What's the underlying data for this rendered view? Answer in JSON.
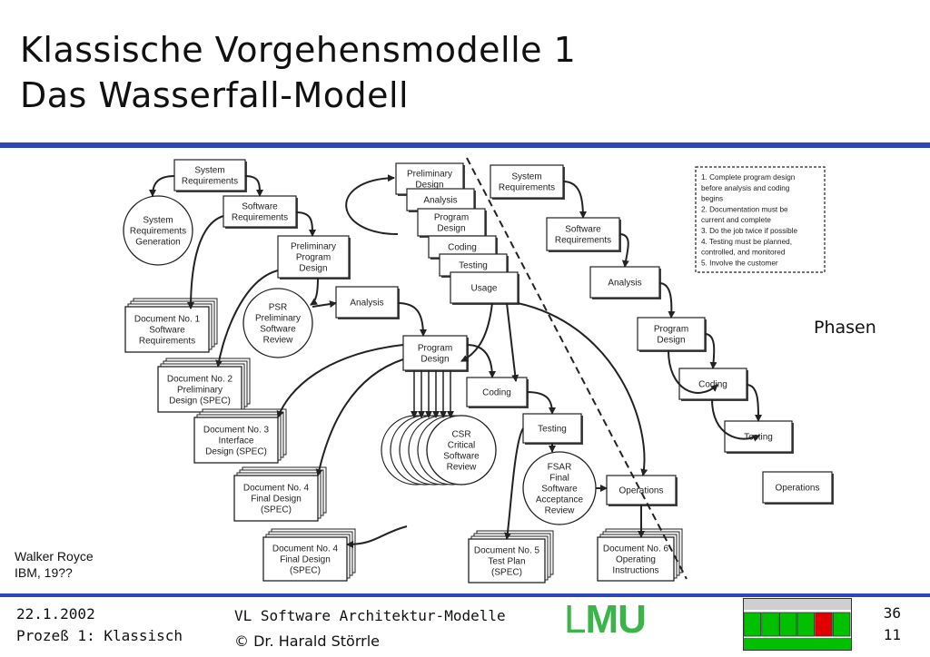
{
  "title": {
    "line1": "Klassische Vorgehensmodelle 1",
    "line2": "Das Wasserfall-Modell"
  },
  "diagram": {
    "left": {
      "system_requirements": [
        "System",
        "Requirements"
      ],
      "software_requirements": [
        "Software",
        "Requirements"
      ],
      "system_req_generation": [
        "System",
        "Requirements",
        "Generation"
      ],
      "preliminary_program_design": [
        "Preliminary",
        "Program",
        "Design"
      ],
      "psr": [
        "PSR",
        "Preliminary",
        "Software",
        "Review"
      ],
      "analysis": "Analysis",
      "program_design": [
        "Program",
        "Design"
      ],
      "coding": "Coding",
      "testing": "Testing",
      "operations": "Operations",
      "csr": [
        "CSR",
        "Critical",
        "Software",
        "Review"
      ],
      "fsar": [
        "FSAR",
        "Final",
        "Software",
        "Acceptance",
        "Review"
      ],
      "stack": [
        "Preliminary",
        "Design",
        "Analysis",
        "Program",
        "Design",
        "Coding",
        "Testing",
        "Usage"
      ],
      "documents": [
        [
          "Document No. 1",
          "Software",
          "Requirements"
        ],
        [
          "Document No. 2",
          "Preliminary",
          "Design (SPEC)"
        ],
        [
          "Document No. 3",
          "Interface",
          "Design (SPEC)"
        ],
        [
          "Document No. 4",
          "Final Design",
          "(SPEC)"
        ],
        [
          "Document No. 4",
          "Final Design",
          "(SPEC)"
        ],
        [
          "Document No. 5",
          "Test Plan",
          "(SPEC)"
        ],
        [
          "Document No. 6",
          "Operating",
          "Instructions"
        ]
      ]
    },
    "right": {
      "phases": [
        [
          "System",
          "Requirements"
        ],
        [
          "Software",
          "Requirements"
        ],
        [
          "Analysis"
        ],
        [
          "Program",
          "Design"
        ],
        [
          "Coding"
        ],
        [
          "Testing"
        ],
        [
          "Operations"
        ]
      ],
      "notes": [
        "1.  Complete program design",
        "     before analysis and coding",
        "     begins",
        "2.  Documentation must be",
        "     current and complete",
        "3.  Do the job twice if possible",
        "4.  Testing must be planned,",
        "     controlled, and monitored",
        "5.  Involve the customer"
      ]
    }
  },
  "side_label": "Phasen",
  "caption": {
    "line1": "Walker Royce",
    "line2": "IBM, 19??"
  },
  "footer": {
    "date": "22.1.2002",
    "section": "Prozeß 1: Klassisch",
    "course": "VL Software Architektur-Modelle",
    "author": "© Dr. Harald Störrle",
    "logo_l": "L",
    "logo_mu": "MU",
    "page_top": "36",
    "page_bottom": "11"
  },
  "progress": {
    "segments_total": 6,
    "current_index": 5,
    "colors": {
      "bar": "#00c000",
      "current": "#e00000",
      "top": "#cfcfcf"
    }
  },
  "colors": {
    "accent": "#2f46b8",
    "logo": "#3bb54a"
  }
}
